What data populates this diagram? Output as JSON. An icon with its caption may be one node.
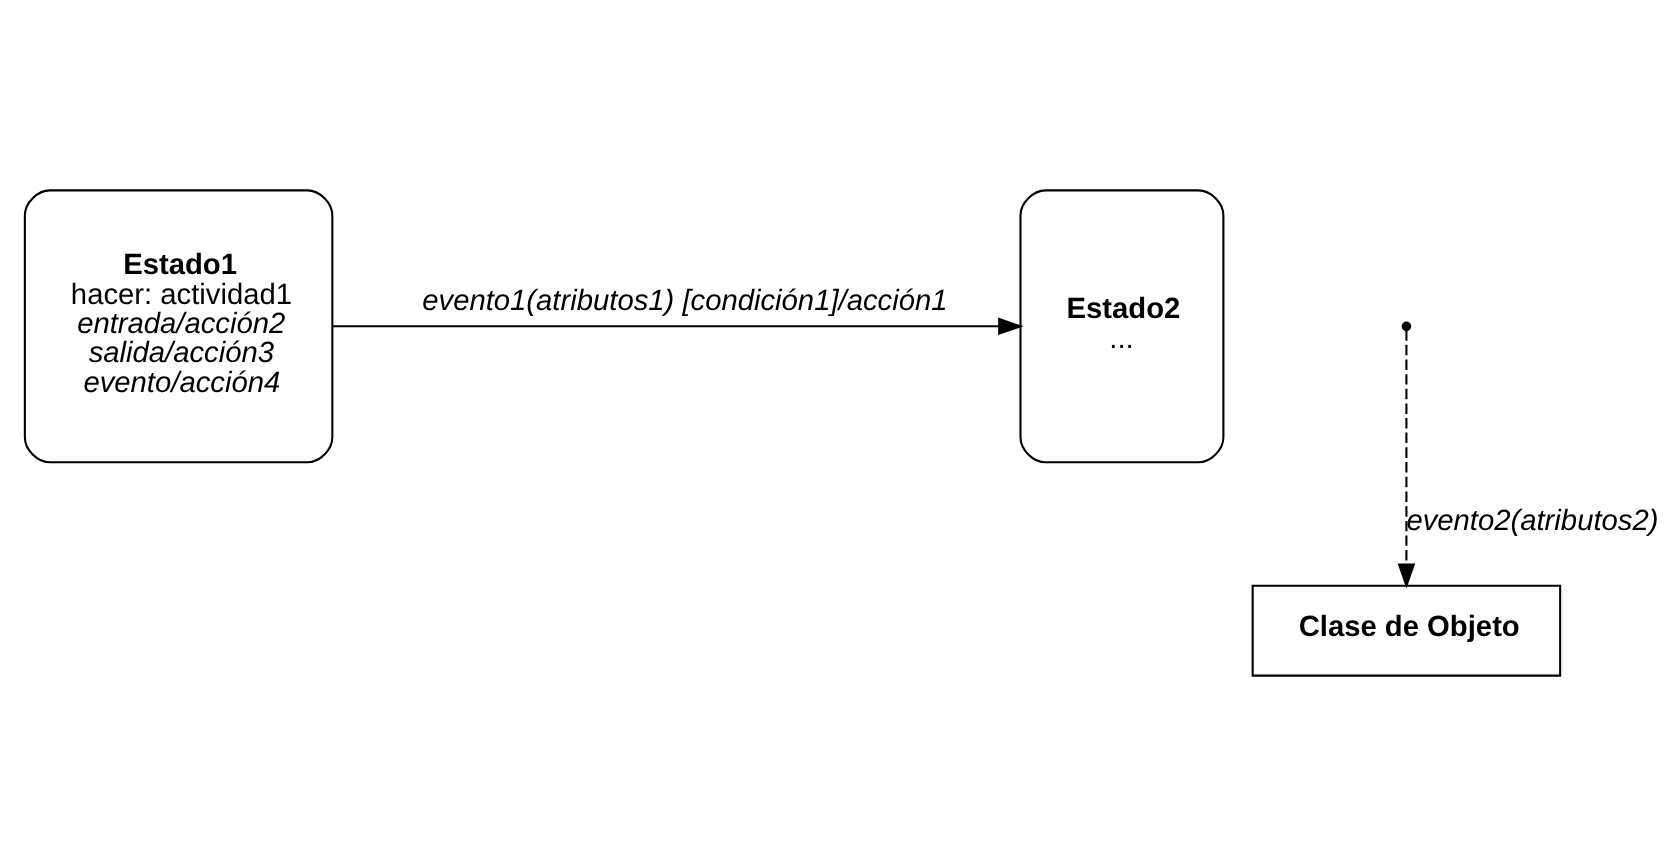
{
  "diagram": {
    "nodes": [
      {
        "text": [
          "Estado1",
          "hacer: actividad1",
          "entrada/acción2",
          "salida/acción3",
          "evento/acción4"
        ]
      },
      {
        "text": [
          "Estado2",
          "..."
        ]
      },
      {
        "text": [
          "Clase de Objeto"
        ]
      }
    ],
    "edges": [
      {
        "from": 0,
        "to": 1,
        "arrow": "to",
        "label": "evento1(atributos1) [condición1]/acción1"
      },
      {
        "from": null,
        "to": 2,
        "arrow": "to",
        "style": "dashed",
        "label": "evento2(atributos2)"
      }
    ]
  }
}
